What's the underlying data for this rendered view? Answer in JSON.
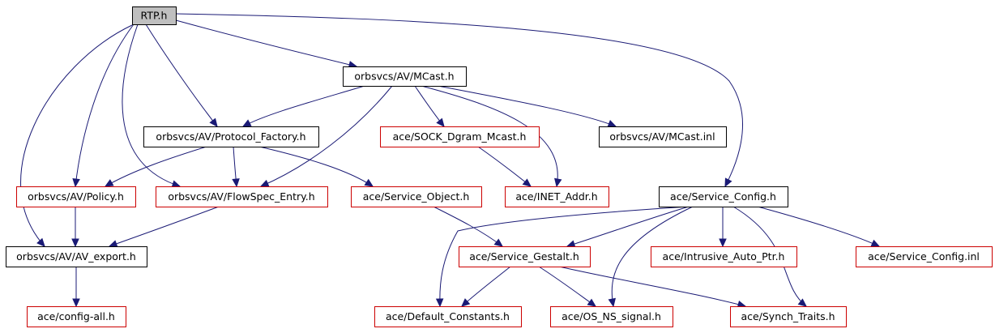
{
  "colors": {
    "current_fill": "#bfbfbf",
    "current_border": "#000000",
    "documented_border": "#000000",
    "undocumented_border": "#cc0000",
    "edge": "#1a1a75"
  },
  "nodes": [
    {
      "id": "rtp",
      "label": "RTP.h",
      "kind": "current"
    },
    {
      "id": "mcast",
      "label": "orbsvcs/AV/MCast.h",
      "kind": "documented"
    },
    {
      "id": "protocol_factory",
      "label": "orbsvcs/AV/Protocol_Factory.h",
      "kind": "documented"
    },
    {
      "id": "sock_dgram_mcast",
      "label": "ace/SOCK_Dgram_Mcast.h",
      "kind": "undocumented"
    },
    {
      "id": "mcast_inl",
      "label": "orbsvcs/AV/MCast.inl",
      "kind": "documented"
    },
    {
      "id": "policy",
      "label": "orbsvcs/AV/Policy.h",
      "kind": "undocumented"
    },
    {
      "id": "flowspec_entry",
      "label": "orbsvcs/AV/FlowSpec_Entry.h",
      "kind": "undocumented"
    },
    {
      "id": "service_object",
      "label": "ace/Service_Object.h",
      "kind": "undocumented"
    },
    {
      "id": "inet_addr",
      "label": "ace/INET_Addr.h",
      "kind": "undocumented"
    },
    {
      "id": "service_config",
      "label": "ace/Service_Config.h",
      "kind": "documented"
    },
    {
      "id": "av_export",
      "label": "orbsvcs/AV/AV_export.h",
      "kind": "documented"
    },
    {
      "id": "service_gestalt",
      "label": "ace/Service_Gestalt.h",
      "kind": "undocumented"
    },
    {
      "id": "intrusive_auto_ptr",
      "label": "ace/Intrusive_Auto_Ptr.h",
      "kind": "undocumented"
    },
    {
      "id": "service_config_inl",
      "label": "ace/Service_Config.inl",
      "kind": "undocumented"
    },
    {
      "id": "config_all",
      "label": "ace/config-all.h",
      "kind": "undocumented"
    },
    {
      "id": "default_constants",
      "label": "ace/Default_Constants.h",
      "kind": "undocumented"
    },
    {
      "id": "os_ns_signal",
      "label": "ace/OS_NS_signal.h",
      "kind": "undocumented"
    },
    {
      "id": "synch_traits",
      "label": "ace/Synch_Traits.h",
      "kind": "undocumented"
    }
  ],
  "edges": [
    {
      "from": "rtp",
      "to": "mcast"
    },
    {
      "from": "rtp",
      "to": "service_config"
    },
    {
      "from": "rtp",
      "to": "protocol_factory"
    },
    {
      "from": "rtp",
      "to": "flowspec_entry"
    },
    {
      "from": "rtp",
      "to": "policy"
    },
    {
      "from": "rtp",
      "to": "av_export"
    },
    {
      "from": "mcast",
      "to": "protocol_factory"
    },
    {
      "from": "mcast",
      "to": "flowspec_entry"
    },
    {
      "from": "mcast",
      "to": "sock_dgram_mcast"
    },
    {
      "from": "mcast",
      "to": "inet_addr"
    },
    {
      "from": "mcast",
      "to": "mcast_inl"
    },
    {
      "from": "protocol_factory",
      "to": "policy"
    },
    {
      "from": "protocol_factory",
      "to": "flowspec_entry"
    },
    {
      "from": "protocol_factory",
      "to": "service_object"
    },
    {
      "from": "sock_dgram_mcast",
      "to": "inet_addr"
    },
    {
      "from": "policy",
      "to": "av_export"
    },
    {
      "from": "flowspec_entry",
      "to": "av_export"
    },
    {
      "from": "service_object",
      "to": "service_gestalt"
    },
    {
      "from": "service_config",
      "to": "default_constants"
    },
    {
      "from": "service_config",
      "to": "service_gestalt"
    },
    {
      "from": "service_config",
      "to": "os_ns_signal"
    },
    {
      "from": "service_config",
      "to": "intrusive_auto_ptr"
    },
    {
      "from": "service_config",
      "to": "synch_traits"
    },
    {
      "from": "service_config",
      "to": "service_config_inl"
    },
    {
      "from": "av_export",
      "to": "config_all"
    },
    {
      "from": "service_gestalt",
      "to": "default_constants"
    },
    {
      "from": "service_gestalt",
      "to": "os_ns_signal"
    },
    {
      "from": "service_gestalt",
      "to": "synch_traits"
    }
  ]
}
